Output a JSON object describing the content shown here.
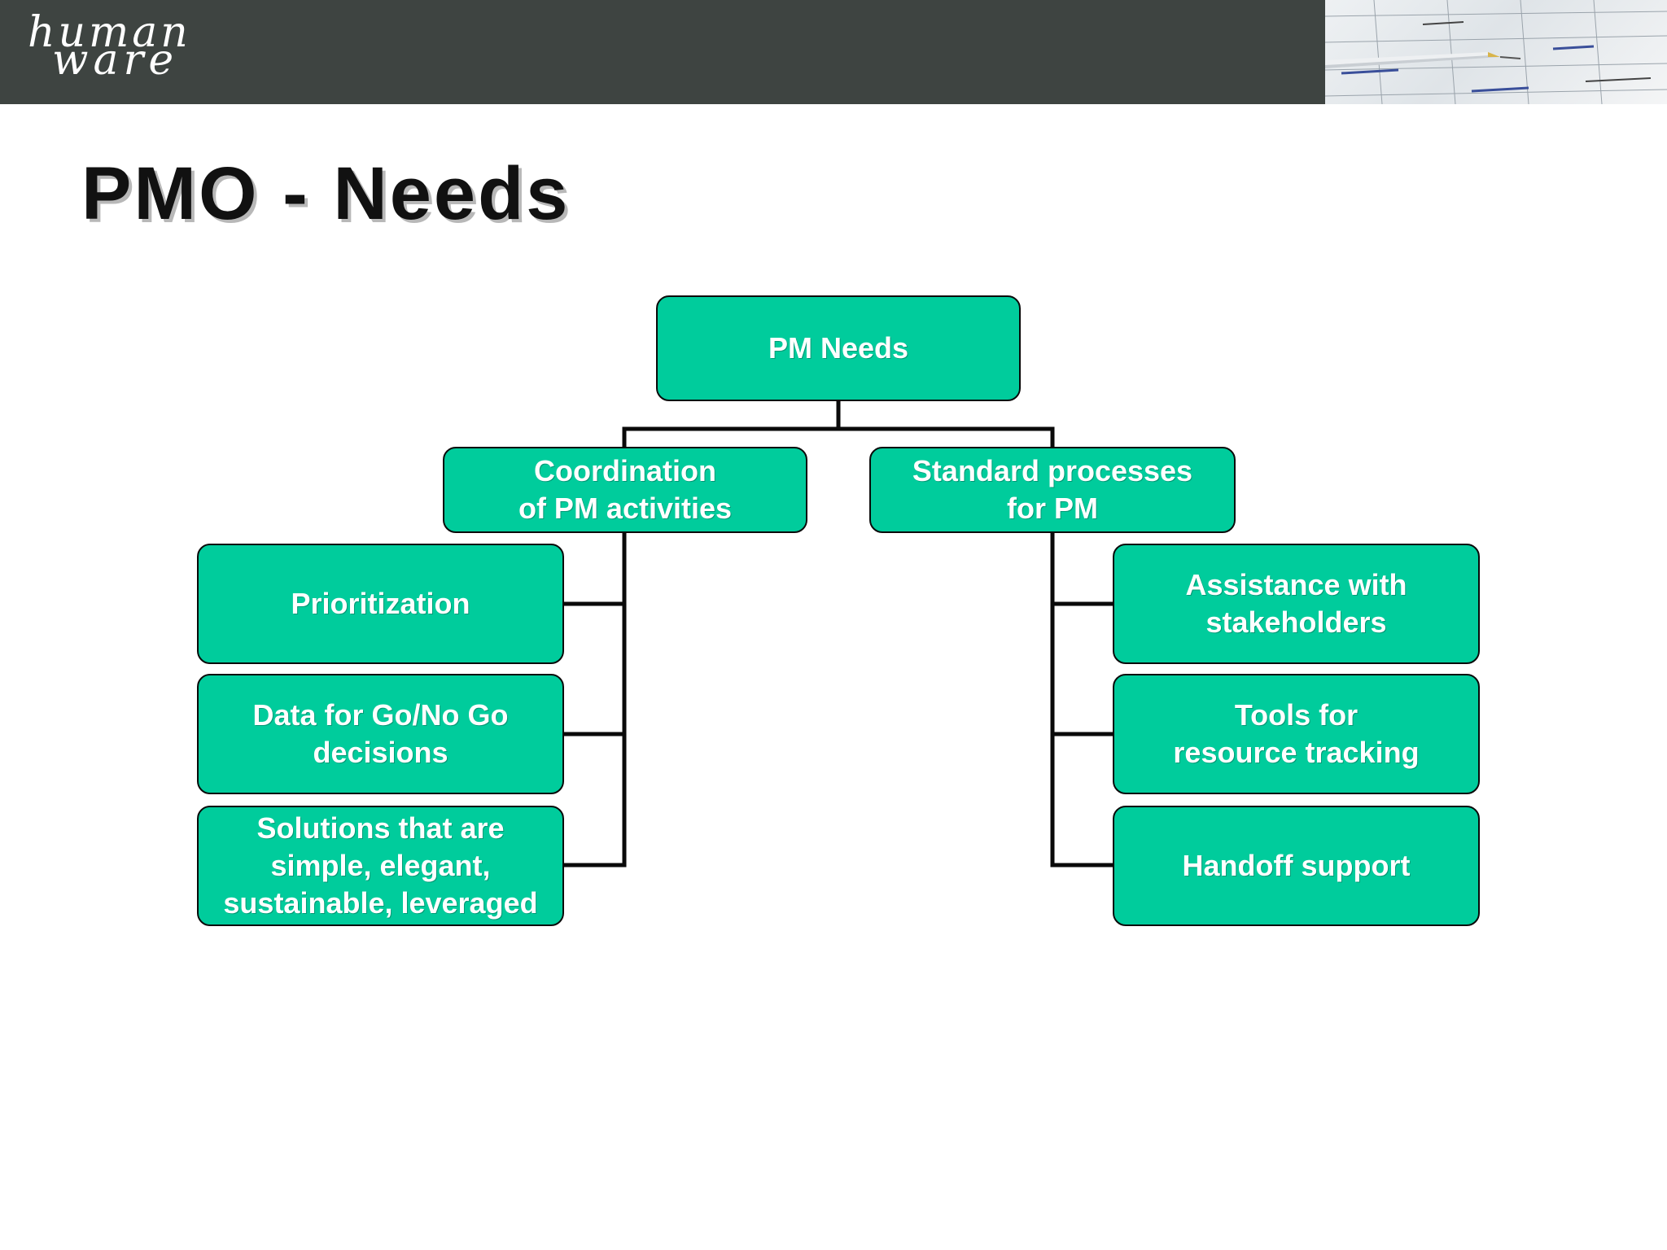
{
  "header": {
    "logo_line1": "human",
    "logo_line2": "ware"
  },
  "slide": {
    "title": "PMO - Needs"
  },
  "diagram": {
    "root": "PM Needs",
    "branches": [
      {
        "label": "Coordination\nof PM activities",
        "children": [
          "Prioritization",
          "Data for Go/No Go\ndecisions",
          "Solutions that are\nsimple,  elegant,\nsustainable, leveraged"
        ]
      },
      {
        "label": "Standard processes\nfor PM",
        "children": [
          "Assistance with\nstakeholders",
          "Tools for\nresource tracking",
          "Handoff support"
        ]
      }
    ]
  },
  "colors": {
    "node_fill": "#00cc9c",
    "node_border": "#0a0a0a",
    "connector": "#0a0a0a",
    "header_band": "#3e4441"
  }
}
